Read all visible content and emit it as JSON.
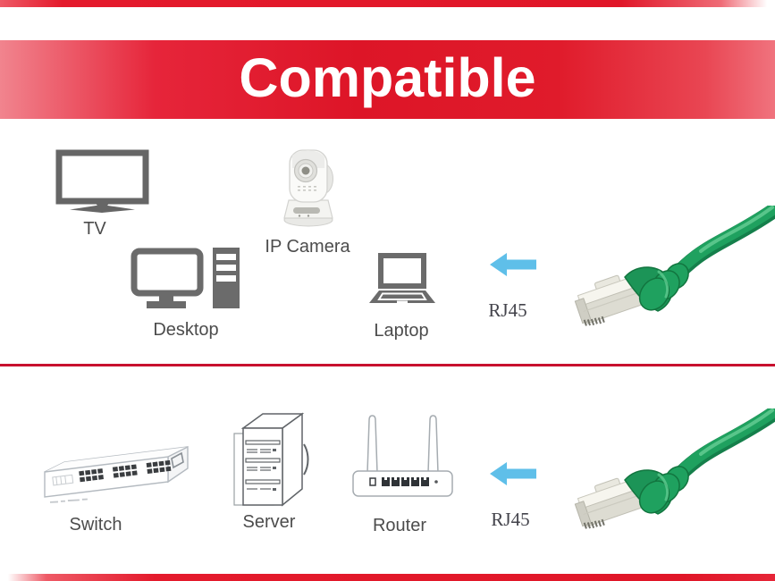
{
  "banner": {
    "title": "Compatible",
    "bg_color": "#e41a2c",
    "text_color": "#ffffff"
  },
  "colors": {
    "accent_red": "#e41a2c",
    "divider_red": "#c8102e",
    "arrow_blue": "#5fbfe9",
    "cable_green": "#1fa15f",
    "icon_dark_gray": "#6b6b6b",
    "icon_light_gray": "#a6acb1",
    "label_gray": "#4c4c4c"
  },
  "sections": {
    "top": {
      "devices": [
        {
          "label": "TV",
          "icon": "tv-icon"
        },
        {
          "label": "IP Camera",
          "icon": "ip-camera-icon"
        },
        {
          "label": "Desktop",
          "icon": "desktop-icon"
        },
        {
          "label": "Laptop",
          "icon": "laptop-icon"
        }
      ],
      "rj45_label": "RJ45",
      "arrow_direction": "left"
    },
    "bottom": {
      "devices": [
        {
          "label": "Switch",
          "icon": "switch-icon"
        },
        {
          "label": "Server",
          "icon": "server-icon"
        },
        {
          "label": "Router",
          "icon": "router-icon"
        }
      ],
      "rj45_label": "RJ45",
      "arrow_direction": "left"
    }
  },
  "cable": {
    "type": "RJ45 patch cable",
    "color_name": "green"
  }
}
